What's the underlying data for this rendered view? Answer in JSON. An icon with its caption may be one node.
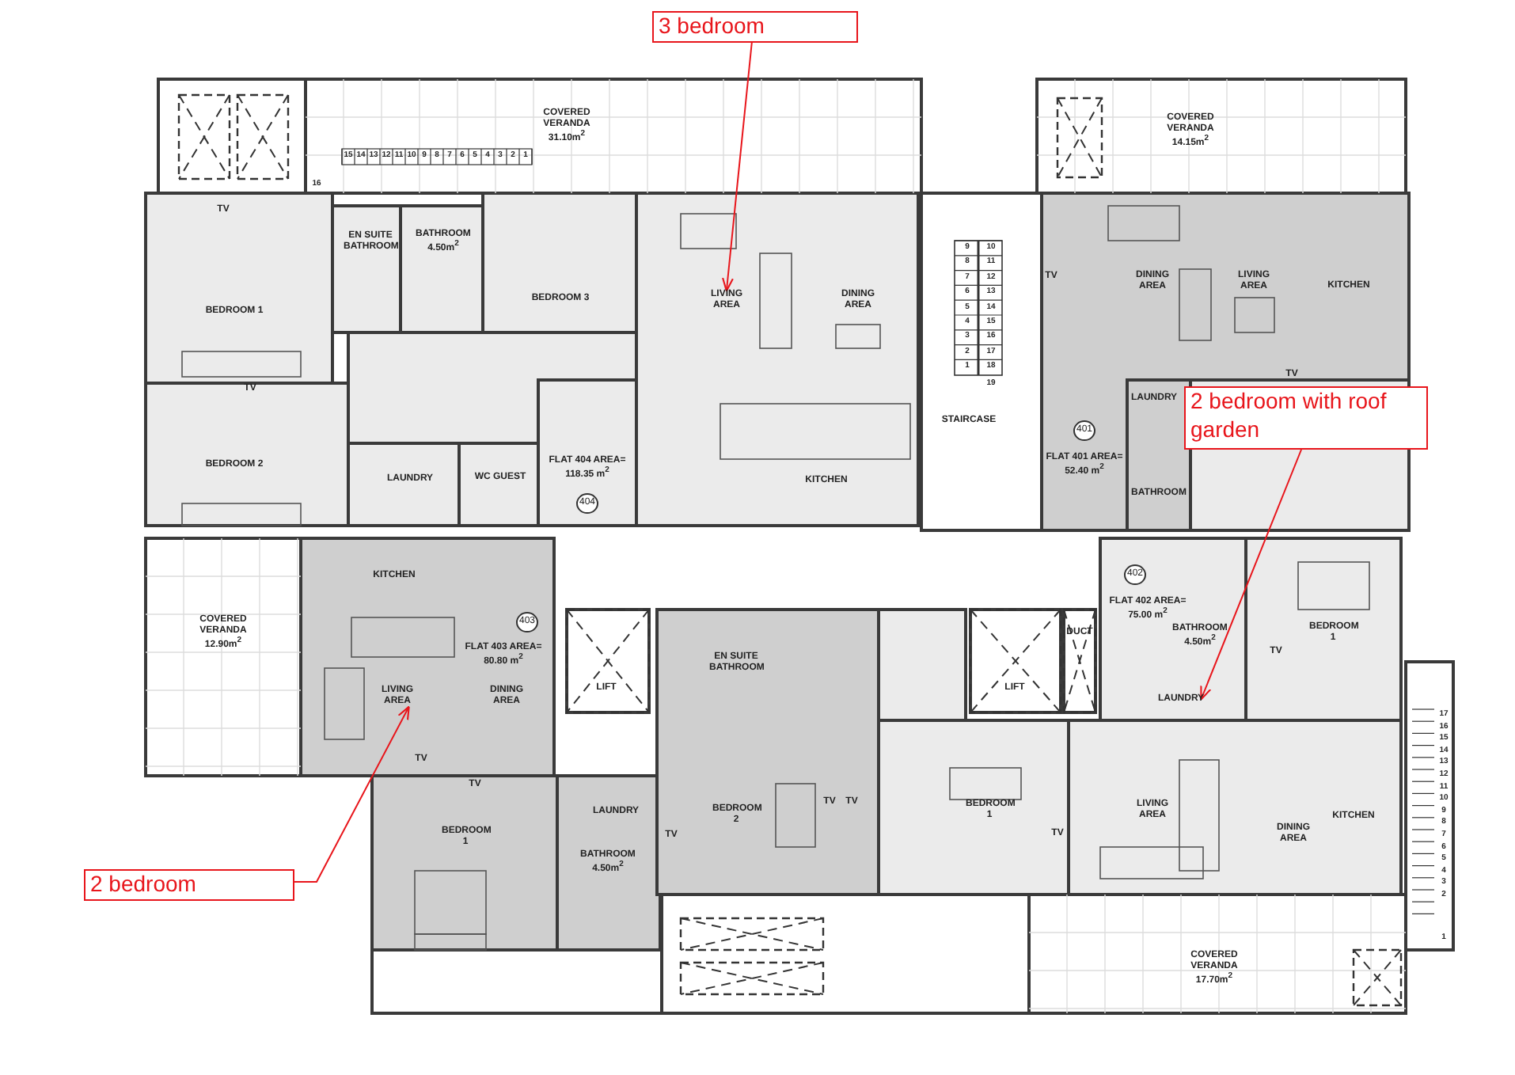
{
  "diagram": {
    "nodes": [
      {
        "text": [
          "3 bedroom"
        ]
      },
      {
        "text": [
          "LIVING AREA"
        ]
      },
      {
        "text": [
          "2 bedroom with roof garden"
        ]
      },
      {
        "text": [
          "LIVING AREA"
        ]
      },
      {
        "text": [
          "LAUNDRY"
        ]
      },
      {
        "text": [
          "2 bedroom"
        ]
      }
    ],
    "edges": [
      {
        "from": 0,
        "to": 1,
        "arrow": "to"
      },
      {
        "from": 2,
        "to": 4,
        "arrow": "to"
      },
      {
        "from": 5,
        "to": 3,
        "arrow": "to"
      }
    ],
    "labels": [
      "15",
      "14",
      "13",
      "12",
      "11",
      "10",
      "9",
      "8",
      "7",
      "6",
      "5",
      "4",
      "3",
      "2",
      "1",
      "16",
      "COVERED VERANDA 31.10m$^{2}$",
      "COVERED VERANDA 14.15m$^{2}$",
      "TV",
      "EN SUITE BATHROOM",
      "BATHROOM 4.50m$^{2}$",
      "BEDROOM 3",
      "DINING AREA",
      "BEDROOM 1",
      "TV",
      "BEDROOM 2",
      "LAUNDRY",
      "WC GUEST",
      "FLAT 404 AREA= 118.35 m$^{2}$",
      "404",
      "KITCHEN",
      "9",
      "10",
      "8",
      "11",
      "7",
      "12",
      "6",
      "13",
      "5",
      "14",
      "4",
      "15",
      "3",
      "16",
      "2",
      "17",
      "1",
      "18",
      "19",
      "STAIRCASE",
      "TV",
      "DINING AREA",
      "LIVING AREA",
      "KITCHEN",
      "TV",
      "LAUNDRY",
      "401",
      "FLAT 401 AREA= 52.40 m$^{2}$",
      "BATHROOM",
      "KITCHEN",
      "COVERED VERANDA 12.90m$^{2}$",
      "403",
      "FLAT 403 AREA= 80.80 m$^{2}$",
      "DINING AREA",
      "LIFT",
      "TV",
      "TV",
      "BEDROOM 1",
      "LAUNDRY",
      "BATHROOM 4.50m$^{2}$",
      "EN SUITE BATHROOM",
      "LIFT",
      "DUCT",
      "BEDROOM 2",
      "TV",
      "TV",
      "TV",
      "BEDROOM 1",
      "TV",
      "402",
      "FLAT 402 AREA= 75.00 m$^{2}$",
      "BATHROOM 4.50m$^{2}$",
      "BEDROOM 1",
      "TV",
      "LIVING AREA",
      "DINING AREA",
      "KITCHEN",
      "17",
      "16",
      "15",
      "14",
      "13",
      "12",
      "11",
      "10",
      "9",
      "8",
      "7",
      "6",
      "5",
      "4",
      "3",
      "2",
      "1",
      "COVERED VERANDA 17.70m$^{2}$"
    ]
  }
}
